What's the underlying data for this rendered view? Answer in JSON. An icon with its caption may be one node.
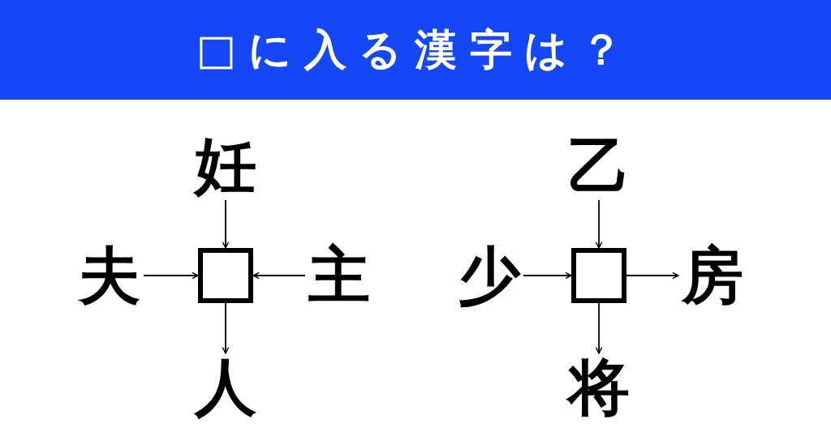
{
  "diagram": {
    "title": "□に入る漢字は？",
    "nodes": [
      {
        "text": [
          "妊"
        ]
      },
      {
        "text": [
          "夫"
        ]
      },
      {
        "text": [],
        "shape": "box"
      },
      {
        "text": [
          "主"
        ]
      },
      {
        "text": [
          "人"
        ]
      },
      {
        "text": [
          "乙"
        ]
      },
      {
        "text": [
          "少"
        ]
      },
      {
        "text": [],
        "shape": "box"
      },
      {
        "text": [
          "房"
        ]
      },
      {
        "text": [
          "将"
        ]
      }
    ],
    "edges": [
      {
        "from": 0,
        "to": 2,
        "arrow": "to"
      },
      {
        "from": 1,
        "to": 2,
        "arrow": "to"
      },
      {
        "from": 3,
        "to": 2,
        "arrow": "to"
      },
      {
        "from": 2,
        "to": 4,
        "arrow": "to"
      },
      {
        "from": 5,
        "to": 7,
        "arrow": "to"
      },
      {
        "from": 6,
        "to": 7,
        "arrow": "to"
      },
      {
        "from": 7,
        "to": 8,
        "arrow": "to"
      },
      {
        "from": 7,
        "to": 9,
        "arrow": "to"
      }
    ]
  }
}
